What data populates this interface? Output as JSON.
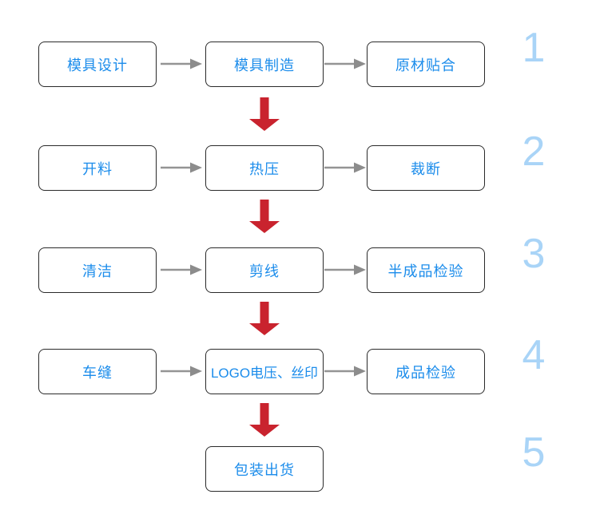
{
  "diagram": {
    "description_colors": {
      "step_text": "#1b8ceb",
      "box_border": "#2a2a2a",
      "step_number": "#a9d4f7",
      "down_arrow": "#c9232e",
      "right_arrow": "#949494",
      "background": "#ffffff"
    },
    "rows": [
      {
        "number": "1",
        "steps": [
          "模具设计",
          "模具制造",
          "原材贴合"
        ]
      },
      {
        "number": "2",
        "steps": [
          "开料",
          "热压",
          "裁断"
        ]
      },
      {
        "number": "3",
        "steps": [
          "清洁",
          "剪线",
          "半成品检验"
        ]
      },
      {
        "number": "4",
        "steps": [
          "车缝",
          "LOGO电压、丝印",
          "成品检验"
        ]
      },
      {
        "number": "5",
        "steps": [
          "包装出货"
        ]
      }
    ]
  }
}
